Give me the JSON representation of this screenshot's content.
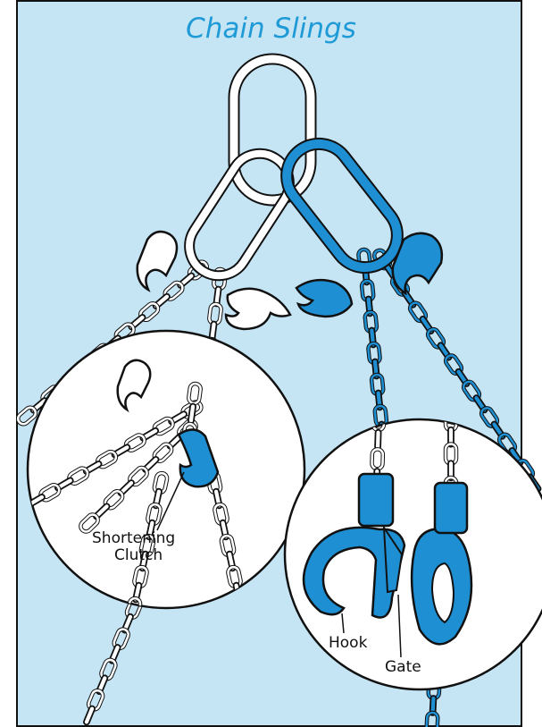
{
  "title": "Chain Slings",
  "labels": {
    "shortening_clutch_line1": "Shortening",
    "shortening_clutch_line2": "Clutch",
    "hook": "Hook",
    "gate": "Gate"
  },
  "colors": {
    "background": "#c5e4f4",
    "title": "#1e9ad6",
    "blue_part": "#1e8fd2",
    "outline": "#111111",
    "white_part": "#ffffff"
  }
}
